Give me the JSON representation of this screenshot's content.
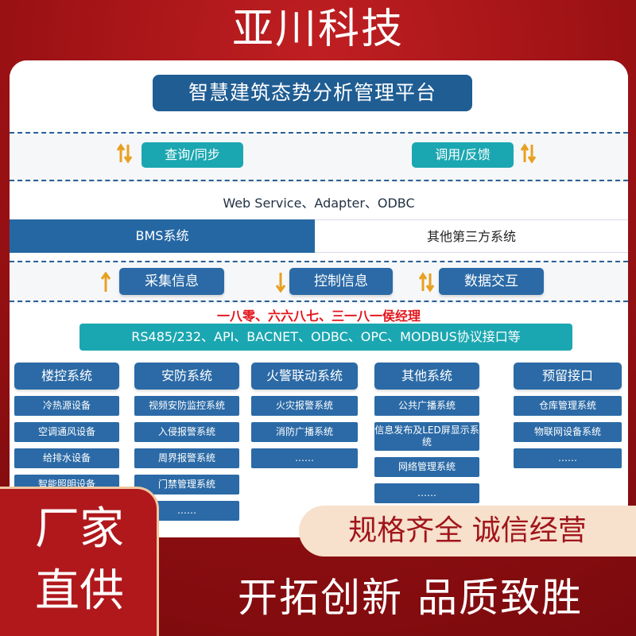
{
  "brand": "亚川科技",
  "title": "智慧建筑态势分析管理平台",
  "top_buttons": {
    "left": "查询/同步",
    "right": "调用/反馈"
  },
  "protocols": "Web Service、Adapter、ODBC",
  "systems": {
    "bms": "BMS系统",
    "third_party": "其他第三方系统"
  },
  "info_buttons": [
    "采集信息",
    "控制信息",
    "数据交互"
  ],
  "watermark": "一八零、六六八七、三一八一侯经理",
  "interfaces": "RS485/232、API、BACNET、ODBC、OPC、MODBUS协议接口等",
  "categories": [
    {
      "name": "楼控系统",
      "items": [
        "冷热源设备",
        "空调通风设备",
        "给排水设备",
        "智能照明设备"
      ]
    },
    {
      "name": "安防系统",
      "items": [
        "视频安防监控系统",
        "入侵报警系统",
        "周界报警系统",
        "门禁管理系统",
        "……"
      ]
    },
    {
      "name": "火警联动系统",
      "items": [
        "火灾报警系统",
        "消防广播系统",
        "……"
      ]
    },
    {
      "name": "其他系统",
      "items": [
        "公共广播系统",
        "信息发布及LED屏显示系统",
        "网络管理系统",
        "……"
      ]
    },
    {
      "name": "预留接口",
      "items": [
        "仓库管理系统",
        "物联网设备系统",
        "……"
      ]
    }
  ],
  "badge": {
    "line1": "厂家",
    "line2": "直供"
  },
  "slogans": {
    "top": "规格齐全  诚信经营",
    "bottom": "开拓创新  品质致胜"
  },
  "colors": {
    "background": "#9b1114",
    "primary_blue": "#2b6aa6",
    "teal": "#1ba7b1",
    "watermark_red": "#e3141b"
  },
  "icons": [
    "arrow-up-down-icon",
    "arrow-up-icon",
    "arrow-down-icon"
  ]
}
